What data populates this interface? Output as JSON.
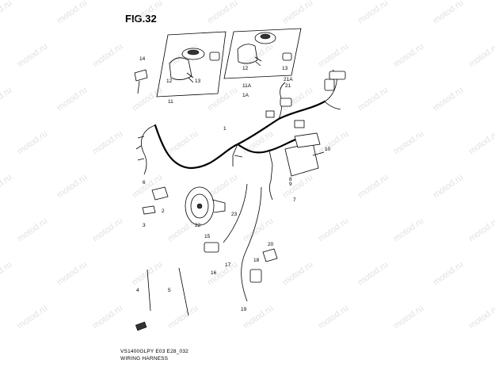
{
  "figure": {
    "title": "FIG.32",
    "model_code": "VS1400GLPY E03 E28_032",
    "caption": "WIRING HARNESS"
  },
  "watermark": "motod.ru",
  "callouts": [
    "14",
    "12",
    "13",
    "11",
    "12",
    "13",
    "11A",
    "21A",
    "21",
    "1A",
    "1",
    "10",
    "6",
    "7",
    "8",
    "9",
    "2",
    "3",
    "22",
    "23",
    "15",
    "20",
    "17",
    "16",
    "18",
    "4",
    "5",
    "19"
  ]
}
